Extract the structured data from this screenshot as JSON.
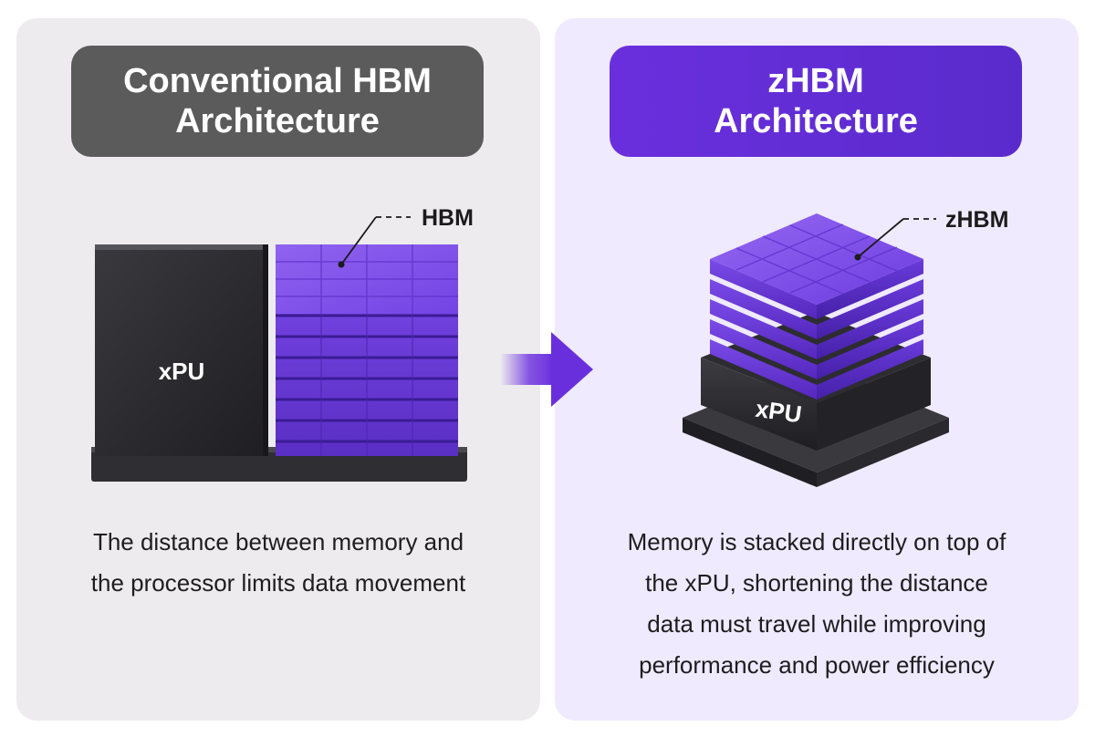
{
  "left_panel": {
    "title_line1": "Conventional HBM",
    "title_line2": "Architecture",
    "memory_label": "HBM",
    "processor_label": "xPU",
    "caption_lines": [
      "The distance between memory and",
      "the processor limits data movement"
    ]
  },
  "right_panel": {
    "title_line1": "zHBM",
    "title_line2": "Architecture",
    "memory_label": "zHBM",
    "processor_label": "xPU",
    "caption_lines": [
      "Memory is stacked directly on top of",
      "the xPU, shortening the distance",
      "data must travel while improving",
      "performance and power efficiency"
    ]
  },
  "colors": {
    "left_panel_bg": "#eeebef",
    "right_panel_bg": "#efeafd",
    "left_pill": "#5b5b5c",
    "right_pill": "#6a2fdd",
    "memory_purple": "#7a4be8",
    "xpu_dark": "#2b2a2e",
    "arrow": "#6a2fdd"
  }
}
